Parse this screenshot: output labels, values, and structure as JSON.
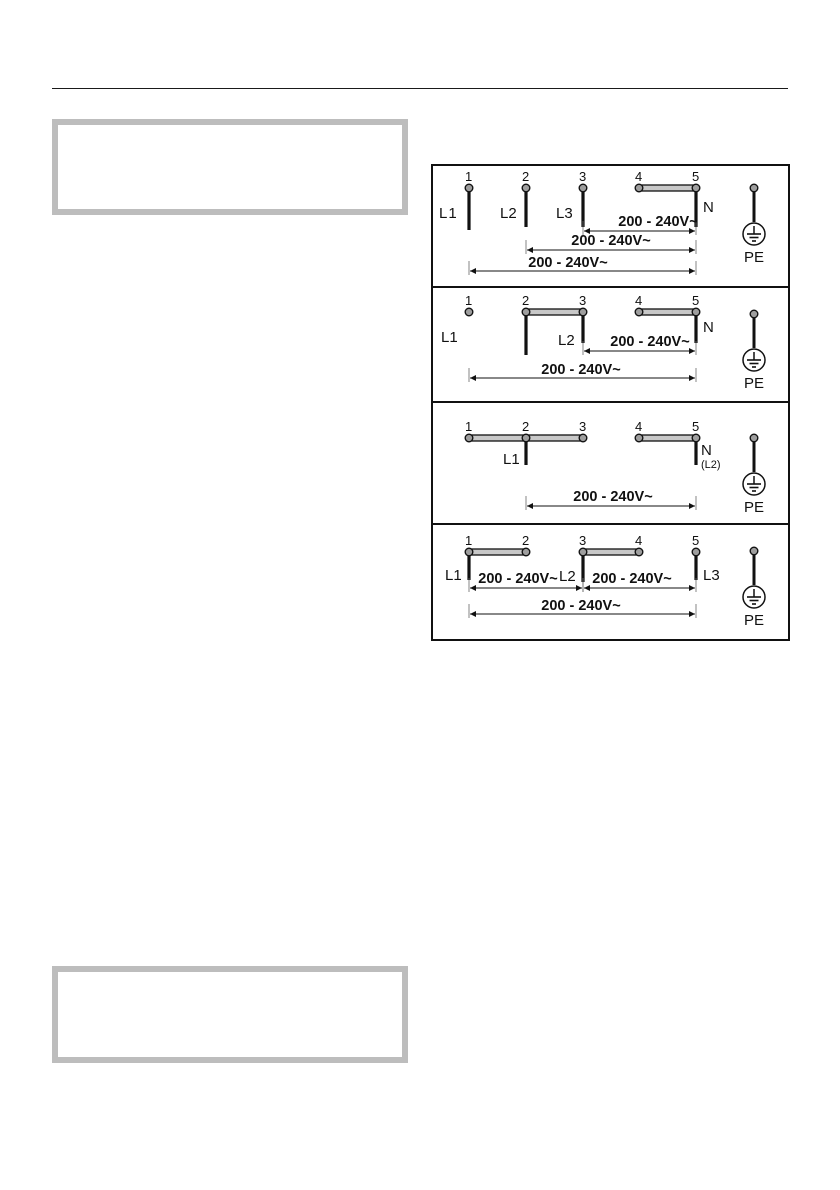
{
  "wiring_diagram": {
    "panels": [
      {
        "id": "a",
        "terminals": [
          {
            "num": "1",
            "label": "L",
            "label_sub": "1"
          },
          {
            "num": "2",
            "label": "L2"
          },
          {
            "num": "3",
            "label": "L3"
          },
          {
            "num": "4"
          },
          {
            "num": "5",
            "label": "N"
          }
        ],
        "bridges": [
          [
            "4",
            "5"
          ]
        ],
        "voltages": [
          {
            "from": "3",
            "to": "5",
            "text": "200 - 240V~"
          },
          {
            "from": "2",
            "to": "5",
            "text": "200 - 240V~"
          },
          {
            "from": "1",
            "to": "5",
            "text": "200 - 240V~"
          }
        ],
        "earth": "PE"
      },
      {
        "id": "b",
        "terminals": [
          {
            "num": "1",
            "label": "L1"
          },
          {
            "num": "2"
          },
          {
            "num": "3",
            "label": "L2"
          },
          {
            "num": "4"
          },
          {
            "num": "5",
            "label": "N"
          }
        ],
        "bridges": [
          [
            "2",
            "3"
          ],
          [
            "4",
            "5"
          ]
        ],
        "voltages": [
          {
            "from": "3",
            "to": "5",
            "text": "200 - 240V~"
          },
          {
            "from": "1",
            "to": "5",
            "text": "200 - 240V~"
          }
        ],
        "earth": "PE"
      },
      {
        "id": "c",
        "terminals": [
          {
            "num": "1"
          },
          {
            "num": "2",
            "label": "L1"
          },
          {
            "num": "3"
          },
          {
            "num": "4"
          },
          {
            "num": "5",
            "label": "N",
            "label_note": "(L2)"
          }
        ],
        "bridges": [
          [
            "1",
            "3"
          ],
          [
            "4",
            "5"
          ]
        ],
        "voltages": [
          {
            "from": "2",
            "to": "5",
            "text": "200 - 240V~"
          }
        ],
        "earth": "PE"
      },
      {
        "id": "d",
        "terminals": [
          {
            "num": "1",
            "label": "L1"
          },
          {
            "num": "2"
          },
          {
            "num": "3",
            "label": "L2"
          },
          {
            "num": "4"
          },
          {
            "num": "5",
            "label": "L3"
          }
        ],
        "bridges": [
          [
            "1",
            "2"
          ],
          [
            "3",
            "4"
          ]
        ],
        "voltages": [
          {
            "from": "1",
            "to": "3",
            "text": "200 - 240V~"
          },
          {
            "from": "3",
            "to": "5",
            "text": "200 - 240V~"
          },
          {
            "from": "1",
            "to": "5",
            "text": "200 - 240V~"
          }
        ],
        "earth": "PE"
      }
    ]
  },
  "colors": {
    "box_border": "#bdbdbd",
    "frame": "#111111",
    "terminal_fill": "#9e9e9e",
    "bridge_fill": "#c8c8c8"
  }
}
